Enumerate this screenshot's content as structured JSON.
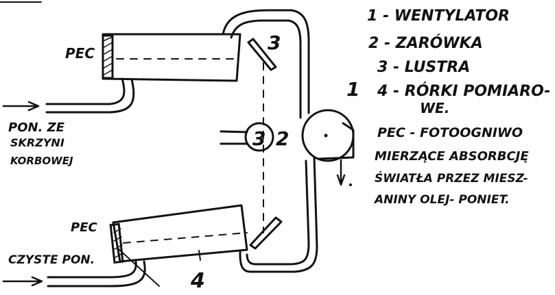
{
  "legend": {
    "item1": "1 - WENTYLATOR",
    "item2": "2 - ZARÓWKA",
    "item3": "3 - LUSTRA",
    "item4_line1": "4 - RÓRKI POMIARO-",
    "item4_line2": "WE."
  },
  "description": {
    "line1": "PEC - FOTOOGNIWO",
    "line2": "MIERZĄCE ABSORBCJĘ",
    "line3": "ŚWIATŁA PRZEZ MIESZ-",
    "line4": "ANINY OLEJ- PONIET."
  },
  "labels": {
    "pec_top": "PEC",
    "pec_bottom": "PEC",
    "inlet_top_line1": "PON. ZE",
    "inlet_top_line2": "SKRZYNI",
    "inlet_top_line3": "KORBOWEJ",
    "inlet_bottom": "CZYSTE PON.",
    "num_1": "1",
    "num_2": "2",
    "num_3_mirror": "3",
    "num_3_bulb": "3",
    "num_4": "4"
  },
  "colors": {
    "ink": "#111111",
    "paper": "#ffffff"
  }
}
